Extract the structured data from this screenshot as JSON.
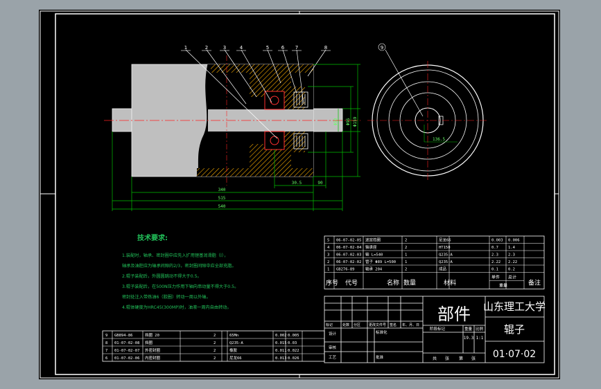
{
  "colors": {
    "background": "#000000",
    "border": "#ffffff",
    "part_fill": "#bfbfbf",
    "hatch": "#ffb000",
    "dimension": "#00c000",
    "centerline": "#ff0000",
    "label": "#ffffff",
    "notes_text": "#22c25a",
    "title_text": "#ffffff",
    "dim_text": "#66ff66"
  },
  "balloons": [
    "1",
    "2",
    "3",
    "4",
    "5",
    "6",
    "7",
    "8"
  ],
  "side_view": {
    "balloon": "9",
    "keyway_label": "136.5"
  },
  "dimensions": {
    "d1": "30.5",
    "d2": "340",
    "d3": "515",
    "d4": "540",
    "d5": "90",
    "d6": "Φ50",
    "d7": "Φ95",
    "d8": "Φ159"
  },
  "notes": {
    "title": "技术要求:",
    "lines": [
      "1.装配时，轴承、密封圈中应先入扩用锂基润滑脂（I），",
      "   轴承及油腔应为轴承间隙的2/3，密封圈间隙中应全部充脂。",
      "2.辊子装配后，外圆圆跳动不得大于0.5。",
      "3.辊子装配后，在500N压力作用下轴向串动量不得大于0.5。",
      "   密封处注入带炼油6（胶圈）转动一周以外轴。",
      "4.辊体硬度为HRC45(300MP)时，油液一周内自由转动。"
    ]
  },
  "parts_upper": {
    "rows": [
      [
        "5",
        "06-07-02-05",
        "迷宫挡圈",
        "2",
        "尼龙66",
        "0.003",
        "0.006"
      ],
      [
        "4",
        "06-07-02-04",
        "轴承座",
        "2",
        "HT150",
        "0.7",
        "1.4"
      ],
      [
        "3",
        "06-07-02-03",
        "轴 L=540",
        "1",
        "Q235-A",
        "2.3",
        "2.3"
      ],
      [
        "2",
        "06-07-02-02",
        "管子 Φ89 L=500",
        "1",
        "Q235-A",
        "2.22",
        "2.22"
      ],
      [
        "1",
        "GB276-89",
        "轴承 204",
        "2",
        "成品",
        "0.1",
        "0.2"
      ]
    ],
    "subhdr": [
      "单件",
      "总计"
    ],
    "mass_label": "重量",
    "header": [
      "序号",
      "代号",
      "名称",
      "数量",
      "材料",
      "",
      "备注"
    ]
  },
  "parts_lower": {
    "rows": [
      [
        "9",
        "GB894-86",
        "挡圈 20",
        "2",
        "65Mn",
        "0.002",
        "0.005"
      ],
      [
        "8",
        "01-07-02-08",
        "挡圈",
        "2",
        "Q235-A",
        "0.015",
        "0.03"
      ],
      [
        "7",
        "01-07-02-07",
        "外密封圈",
        "2",
        "橡胶",
        "0.011",
        "0.022"
      ],
      [
        "6",
        "01-07-02-06",
        "内密封圈",
        "2",
        "尼龙66",
        "0.013",
        "0.026"
      ]
    ]
  },
  "title_block": {
    "category": "部件",
    "school": "山东理工大学",
    "part_name": "辊子",
    "drawing_no": "01·07·02",
    "mass_scale": "19.3",
    "scale": "1:1",
    "rev_header": [
      "标记",
      "处数",
      "分区",
      "更改文件号",
      "签名",
      "年、月、日"
    ],
    "roles": [
      "设计",
      "审核",
      "工艺"
    ],
    "std_label": "标准化",
    "approve_label": "批准",
    "stage_header": [
      "阶段标记",
      "重量",
      "比例"
    ],
    "sheet_info": [
      "共",
      "张",
      "第",
      "张"
    ]
  }
}
